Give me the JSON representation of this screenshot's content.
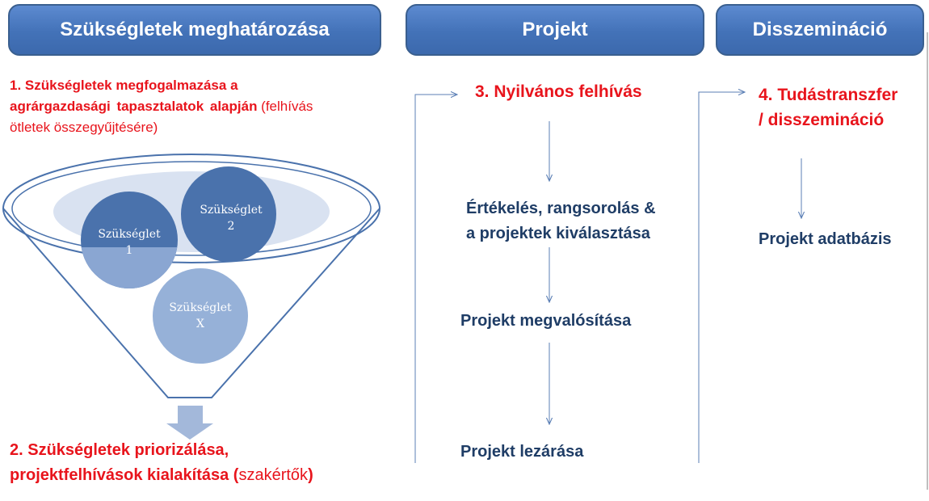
{
  "headers": {
    "needs": "Szükségletek meghatározása",
    "project": "Projekt",
    "dissemination": "Disszemináció"
  },
  "column1": {
    "step1_bold_line1": "1. Szükségletek megfogalmazása a",
    "step1_bold_line2": "agrárgazdasági tapasztalatok alapján",
    "step1_normal_line2": " (felhívás",
    "step1_normal_line3": "ötletek összegyűjtésére)",
    "circles": [
      {
        "line1": "Szükséglet",
        "line2": "1"
      },
      {
        "line1": "Szükséglet",
        "line2": "2"
      },
      {
        "line1": "Szükséglet",
        "line2": "X"
      }
    ],
    "step2_line1": "2. Szükségletek priorizálása,",
    "step2_line2": "projektfelhívások kialakítása (",
    "step2_normal": "szakértők",
    "step2_close": ")"
  },
  "column2": {
    "step3": "3. Nyilvános felhívás",
    "eval_line1": "Értékelés, rangsorolás &",
    "eval_line2": "a projektek kiválasztása",
    "implementation": "Projekt megvalósítása",
    "closing": "Projekt lezárása"
  },
  "column3": {
    "step4_line1": "4. Tudástranszfer",
    "step4_line2": "/ disszemináció",
    "database": "Projekt adatbázis"
  },
  "colors": {
    "header_fill": "#4a7bc0",
    "red": "#e8141c",
    "navy": "#1f3d66",
    "circle_dark": "#4a72ac",
    "circle_light": "#96b1d8"
  }
}
